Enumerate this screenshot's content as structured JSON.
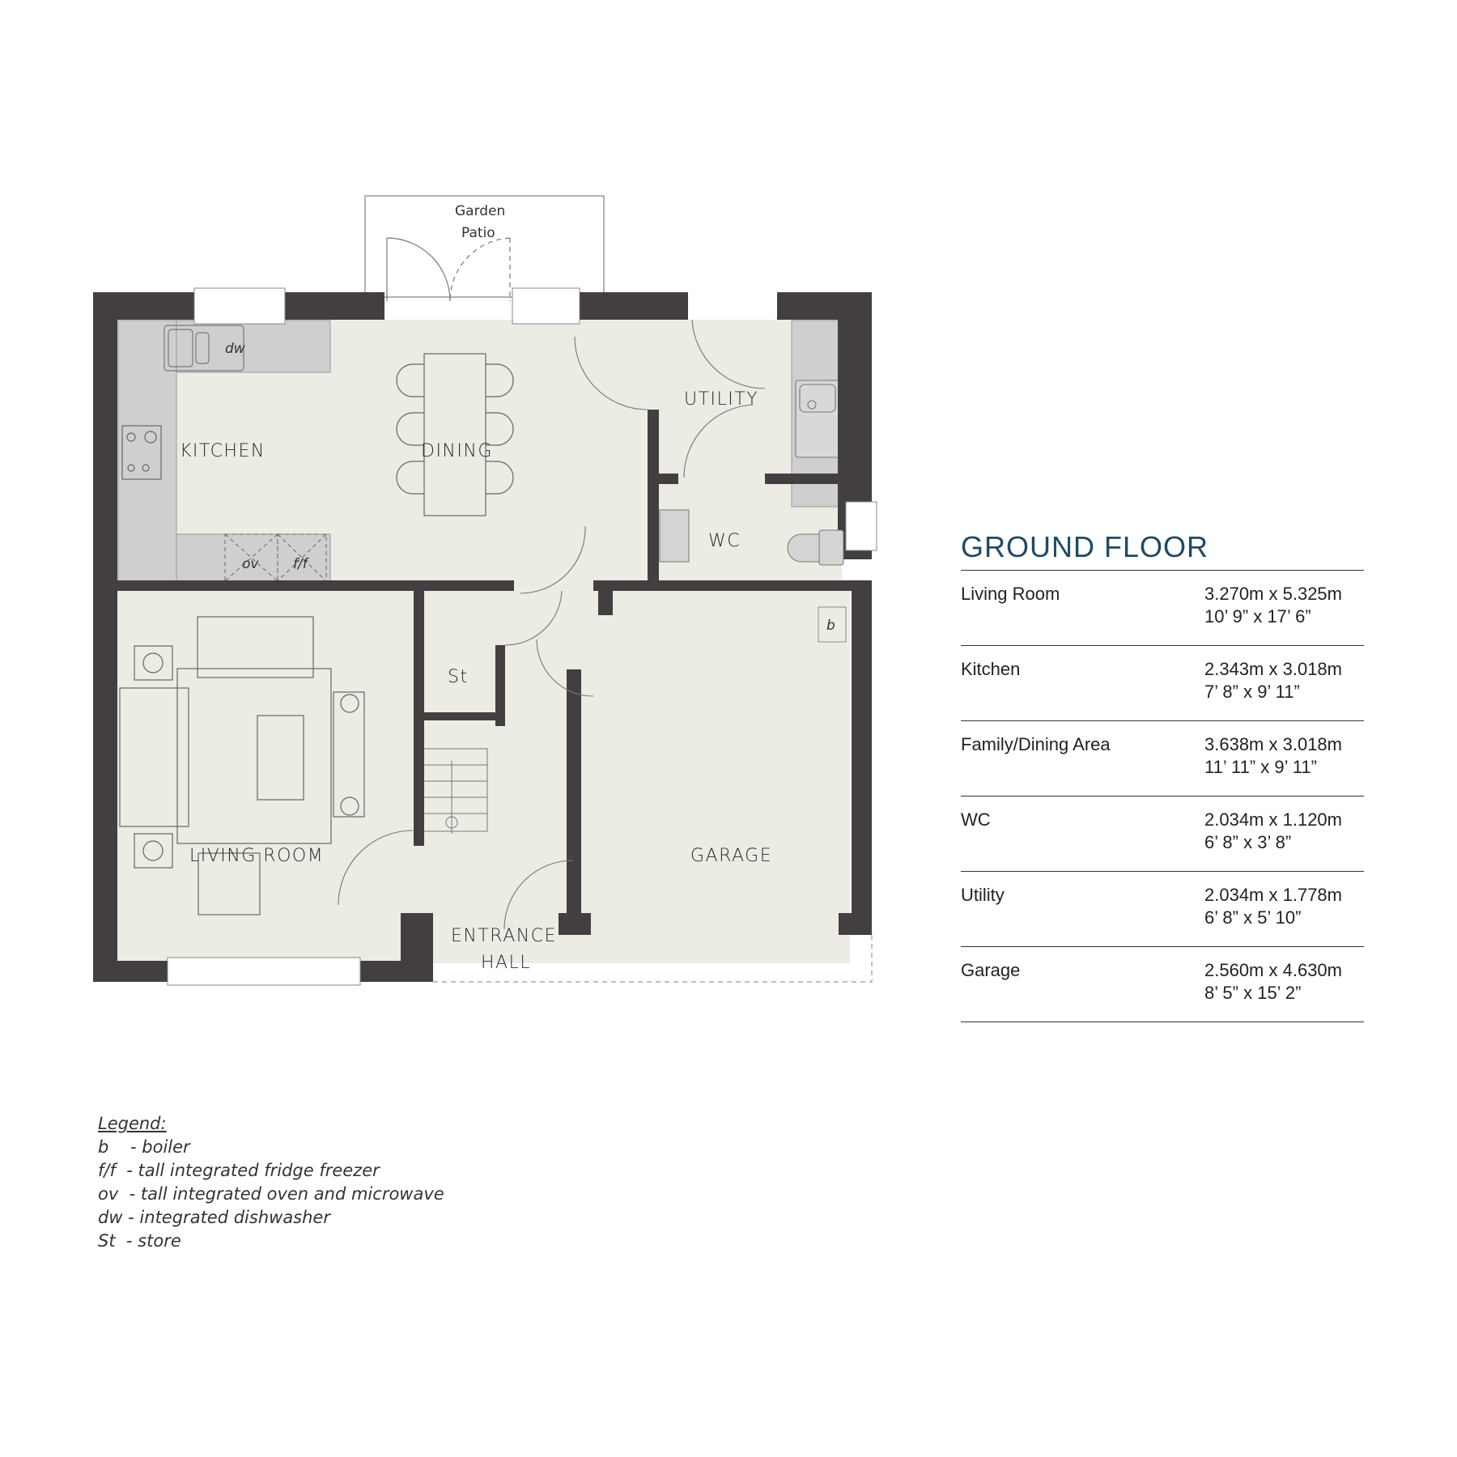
{
  "plan": {
    "rooms": {
      "kitchen": "KITCHEN",
      "dining": "DINING",
      "utility": "UTILITY",
      "wc": "WC",
      "living_room": "LIVING ROOM",
      "store": "St",
      "entrance_hall_1": "ENTRANCE",
      "entrance_hall_2": "HALL",
      "garage": "GARAGE",
      "patio_1": "Garden",
      "patio_2": "Patio"
    },
    "appliance_labels": {
      "dishwasher": "dw",
      "oven": "ov",
      "fridge_freezer": "f/f",
      "boiler": "b"
    },
    "colors": {
      "wall": "#433f40",
      "floor": "#ecebe4",
      "counter": "#cfcfcf",
      "title": "#1f4a63"
    }
  },
  "schedule": {
    "title": "GROUND FLOOR",
    "rooms": [
      {
        "name": "Living Room",
        "metric": "3.270m x 5.325m",
        "imperial": "10’ 9” x 17’ 6”"
      },
      {
        "name": "Kitchen",
        "metric": "2.343m x 3.018m",
        "imperial": "7’ 8” x 9’ 11”"
      },
      {
        "name": "Family/Dining Area",
        "metric": "3.638m x 3.018m",
        "imperial": "11’ 11” x 9’ 11”"
      },
      {
        "name": "WC",
        "metric": "2.034m x 1.120m",
        "imperial": "6’ 8” x 3’ 8”"
      },
      {
        "name": "Utility",
        "metric": "2.034m x 1.778m",
        "imperial": "6’ 8” x 5’ 10”"
      },
      {
        "name": "Garage",
        "metric": "2.560m x 4.630m",
        "imperial": "8’ 5” x 15’ 2”"
      }
    ]
  },
  "legend": {
    "heading": "Legend:",
    "items": [
      "b    - boiler",
      "f/f  - tall integrated fridge freezer",
      "ov  - tall integrated oven and microwave",
      "dw - integrated dishwasher",
      "St  - store"
    ]
  }
}
